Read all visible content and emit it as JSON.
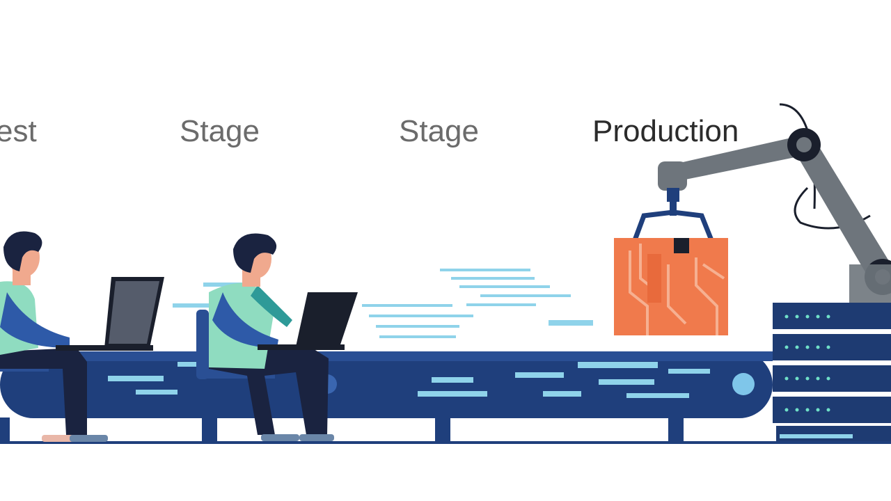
{
  "stages": {
    "test": "est",
    "stage_1": "Stage",
    "stage_2": "Stage",
    "production": "Production"
  },
  "colors": {
    "belt": "#1f3f7c",
    "belt_dark": "#182f5e",
    "box": "#f07a4c",
    "robot_arm": "#6e757c",
    "server": "#1e3b72",
    "server_led": "#6fe0c8",
    "code_lines": "#8fd3ea",
    "shirt": "#8fdcc0",
    "label_grey": "#6b6b6b",
    "label_dark": "#2b2b2b"
  },
  "icons": [
    "developer-figure",
    "laptop-icon",
    "conveyor-belt",
    "package-box",
    "robot-arm",
    "server-rack"
  ]
}
